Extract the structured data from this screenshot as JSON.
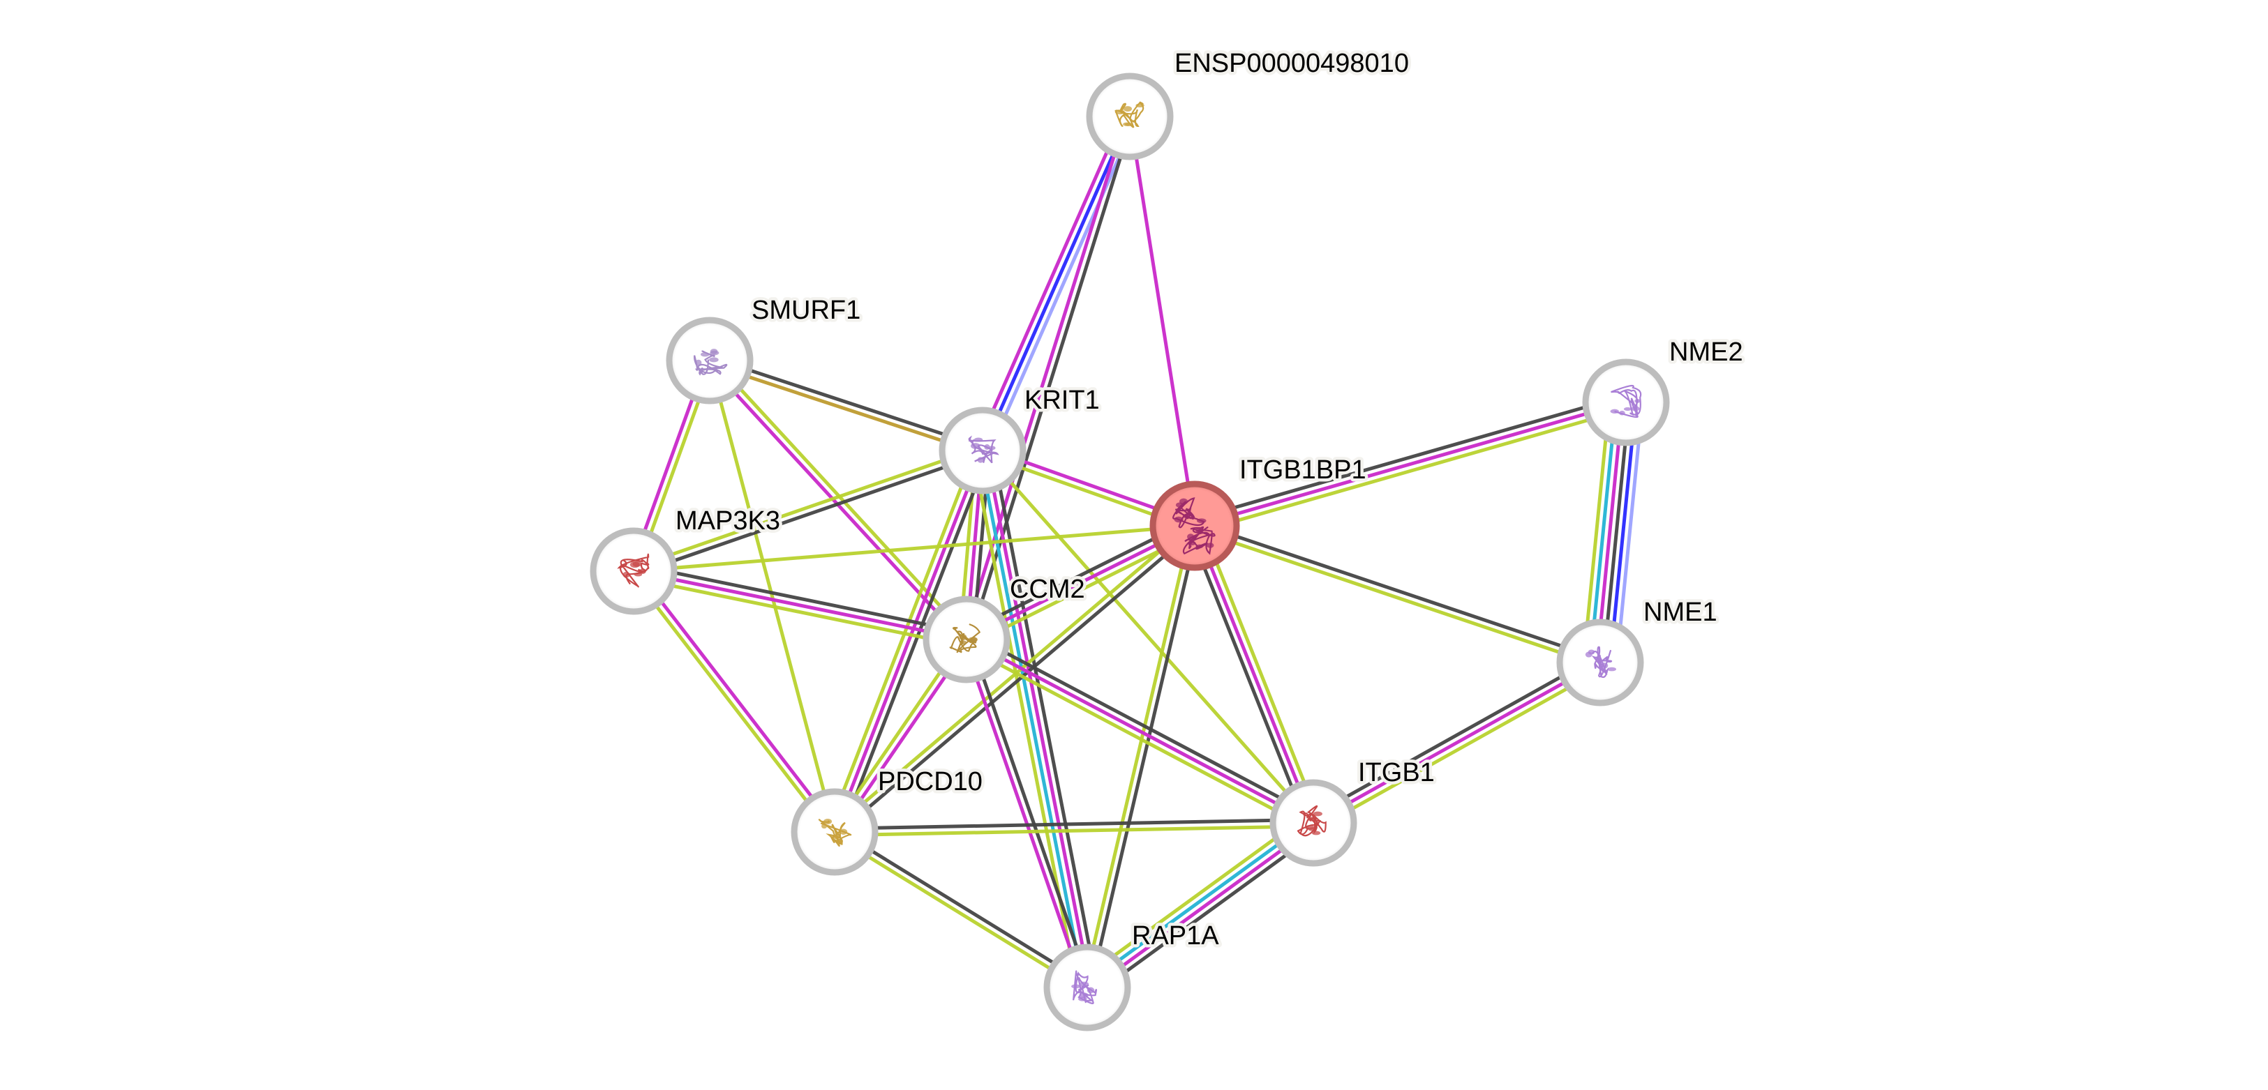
{
  "title": "STRING protein interaction network",
  "query_node": "ITGB1BP1",
  "colors": {
    "node_ring": "#bdbdbd",
    "node_fill": "#ffffff",
    "query_fill": "#ff9a96",
    "query_ring": "#b85a58",
    "evidence": {
      "database": "#2fb7d6",
      "experiments": "#cc33cc",
      "neighborhood": "#3333ff",
      "gene_fusion": "#a0a6ff",
      "textmining": "#b8d22e",
      "coexpression": "#444444",
      "homology": "#c1a03a"
    }
  },
  "nodes": [
    {
      "id": "ENSP00000498010",
      "label": "ENSP00000498010",
      "structure_color": "#c9a23e"
    },
    {
      "id": "SMURF1",
      "label": "SMURF1",
      "structure_color": "#a58ac8"
    },
    {
      "id": "KRIT1",
      "label": "KRIT1",
      "structure_color": "#a67fcf"
    },
    {
      "id": "ITGB1BP1",
      "label": "ITGB1BP1",
      "structure_color": "#9c2a6a",
      "query": true
    },
    {
      "id": "NME2",
      "label": "NME2",
      "structure_color": "#a97fd6"
    },
    {
      "id": "MAP3K3",
      "label": "MAP3K3",
      "structure_color": "#c84848"
    },
    {
      "id": "CCM2",
      "label": "CCM2",
      "structure_color": "#b48e3a"
    },
    {
      "id": "NME1",
      "label": "NME1",
      "structure_color": "#a97fd6"
    },
    {
      "id": "PDCD10",
      "label": "PDCD10",
      "structure_color": "#c9a23e"
    },
    {
      "id": "ITGB1",
      "label": "ITGB1",
      "structure_color": "#c84848"
    },
    {
      "id": "RAP1A",
      "label": "RAP1A",
      "structure_color": "#a97fd6"
    }
  ],
  "edges": [
    {
      "a": "ENSP00000498010",
      "b": "KRIT1",
      "evidence": [
        "gene_fusion",
        "neighborhood",
        "experiments"
      ]
    },
    {
      "a": "ENSP00000498010",
      "b": "CCM2",
      "evidence": [
        "coexpression",
        "experiments"
      ]
    },
    {
      "a": "ENSP00000498010",
      "b": "ITGB1BP1",
      "evidence": [
        "experiments"
      ]
    },
    {
      "a": "SMURF1",
      "b": "KRIT1",
      "evidence": [
        "coexpression",
        "homology"
      ]
    },
    {
      "a": "SMURF1",
      "b": "MAP3K3",
      "evidence": [
        "textmining",
        "experiments"
      ]
    },
    {
      "a": "SMURF1",
      "b": "CCM2",
      "evidence": [
        "textmining",
        "experiments"
      ]
    },
    {
      "a": "SMURF1",
      "b": "PDCD10",
      "evidence": [
        "textmining"
      ]
    },
    {
      "a": "KRIT1",
      "b": "MAP3K3",
      "evidence": [
        "coexpression",
        "textmining"
      ]
    },
    {
      "a": "KRIT1",
      "b": "ITGB1BP1",
      "evidence": [
        "experiments",
        "textmining"
      ]
    },
    {
      "a": "KRIT1",
      "b": "CCM2",
      "evidence": [
        "coexpression",
        "experiments",
        "textmining"
      ]
    },
    {
      "a": "KRIT1",
      "b": "PDCD10",
      "evidence": [
        "coexpression",
        "experiments",
        "textmining"
      ]
    },
    {
      "a": "KRIT1",
      "b": "RAP1A",
      "evidence": [
        "coexpression",
        "experiments",
        "database",
        "textmining"
      ]
    },
    {
      "a": "KRIT1",
      "b": "ITGB1",
      "evidence": [
        "textmining"
      ]
    },
    {
      "a": "ITGB1BP1",
      "b": "NME2",
      "evidence": [
        "coexpression",
        "experiments",
        "textmining"
      ]
    },
    {
      "a": "ITGB1BP1",
      "b": "NME1",
      "evidence": [
        "coexpression",
        "textmining"
      ]
    },
    {
      "a": "ITGB1BP1",
      "b": "MAP3K3",
      "evidence": [
        "textmining"
      ]
    },
    {
      "a": "ITGB1BP1",
      "b": "CCM2",
      "evidence": [
        "textmining",
        "experiments",
        "coexpression"
      ]
    },
    {
      "a": "ITGB1BP1",
      "b": "PDCD10",
      "evidence": [
        "coexpression",
        "textmining"
      ]
    },
    {
      "a": "ITGB1BP1",
      "b": "ITGB1",
      "evidence": [
        "textmining",
        "experiments",
        "coexpression"
      ]
    },
    {
      "a": "ITGB1BP1",
      "b": "RAP1A",
      "evidence": [
        "coexpression",
        "textmining"
      ]
    },
    {
      "a": "NME2",
      "b": "NME1",
      "evidence": [
        "gene_fusion",
        "neighborhood",
        "coexpression",
        "experiments",
        "database",
        "textmining"
      ]
    },
    {
      "a": "MAP3K3",
      "b": "CCM2",
      "evidence": [
        "coexpression",
        "experiments",
        "textmining"
      ]
    },
    {
      "a": "MAP3K3",
      "b": "PDCD10",
      "evidence": [
        "experiments",
        "textmining"
      ]
    },
    {
      "a": "CCM2",
      "b": "PDCD10",
      "evidence": [
        "experiments",
        "textmining"
      ]
    },
    {
      "a": "CCM2",
      "b": "ITGB1",
      "evidence": [
        "coexpression",
        "experiments",
        "textmining"
      ]
    },
    {
      "a": "CCM2",
      "b": "RAP1A",
      "evidence": [
        "coexpression",
        "experiments"
      ]
    },
    {
      "a": "NME1",
      "b": "ITGB1",
      "evidence": [
        "textmining",
        "experiments",
        "coexpression"
      ]
    },
    {
      "a": "PDCD10",
      "b": "ITGB1",
      "evidence": [
        "coexpression",
        "textmining"
      ]
    },
    {
      "a": "PDCD10",
      "b": "RAP1A",
      "evidence": [
        "coexpression",
        "textmining"
      ]
    },
    {
      "a": "ITGB1",
      "b": "RAP1A",
      "evidence": [
        "coexpression",
        "experiments",
        "database",
        "textmining"
      ]
    }
  ]
}
